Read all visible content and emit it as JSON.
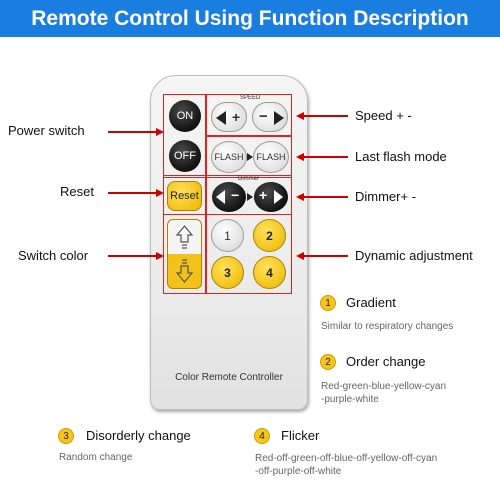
{
  "title": "Remote Control Using Function Description",
  "remote": {
    "label": "Color Remote Controller",
    "speed_caption": "SPEED",
    "dimmer_caption": "Dimmer",
    "on_label": "ON",
    "off_label": "OFF",
    "flash1_label": "FLASH",
    "flash2_label": "FLASH",
    "reset_label": "Reset",
    "num1": "1",
    "num2": "2",
    "num3": "3",
    "num4": "4",
    "plus_label": "+",
    "minus_label": "−",
    "dim_minus": "−",
    "dim_plus": "+"
  },
  "callouts_left": {
    "power": "Power switch",
    "reset": "Reset",
    "switch_color": "Switch color"
  },
  "callouts_right": {
    "speed": "Speed + -",
    "flash": "Last flash mode",
    "dimmer": "Dimmer+ -",
    "dynamic": "Dynamic adjustment"
  },
  "legend": {
    "item1": {
      "num": "1",
      "title": "Gradient",
      "desc": "Similar to respiratory changes"
    },
    "item2": {
      "num": "2",
      "title": "Order change",
      "desc1": "Red-green-blue-yellow-cyan",
      "desc2": "-purple-white"
    },
    "item3": {
      "num": "3",
      "title": "Disorderly change",
      "desc": "Random change"
    },
    "item4": {
      "num": "4",
      "title": "Flicker",
      "desc1": "Red-off-green-off-blue-off-yellow-off-cyan",
      "desc2": "-off-purple-off-white"
    }
  },
  "colors": {
    "banner": "#1a7ee0",
    "arrow": "#cc0000",
    "yellow": "#f1be10"
  }
}
